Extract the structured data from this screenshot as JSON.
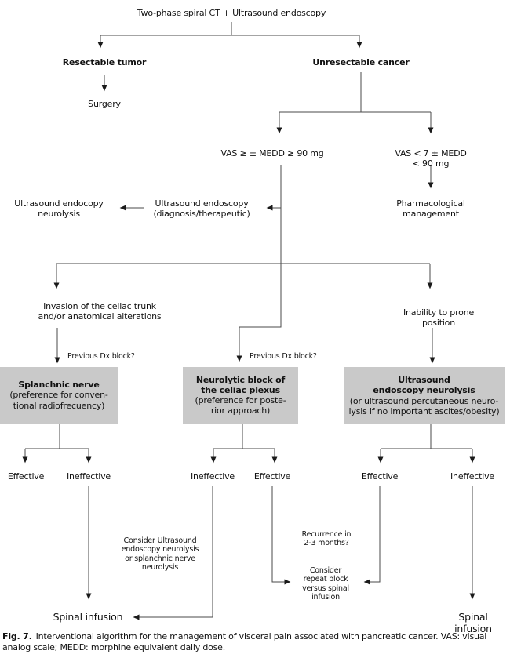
{
  "colors": {
    "background": "#ffffff",
    "box_fill": "#c9c9c9",
    "line": "#4a4a4a",
    "text": "#111111"
  },
  "flow": {
    "root": "Two-phase spiral CT + Ultrasound endoscopy",
    "resectable": "Resectable tumor",
    "surgery": "Surgery",
    "unresectable": "Unresectable cancer",
    "vas_high": "VAS ≥ ± MEDD ≥ 90 mg",
    "vas_low": "VAS < 7 ± MEDD < 90 mg",
    "pharmacological": "Pharmacological\nmanagement",
    "us_endoscopy_diag": "Ultrasound endoscopy\n(diagnosis/therapeutic)",
    "us_endoscopy_neurolysis": "Ultrasound endocopy\nneurolysis",
    "invasion": "Invasion of the celiac trunk\nand/or anatomical alterations",
    "inability": "Inability to prone position",
    "previous_dx_left": "Previous Dx block?",
    "previous_dx_middle": "Previous Dx block?"
  },
  "boxes": {
    "splanchnic": {
      "title": "Splanchnic nerve",
      "subtitle": "(preference for conven-\ntional radiofrecuency)"
    },
    "neurolytic": {
      "title": "Neurolytic block of\nthe celiac plexus",
      "subtitle": "(preference for poste-\nrior approach)"
    },
    "ultrasound": {
      "title": "Ultrasound\nendoscopy neurolysis",
      "subtitle": "(or ultrasound percutaneous neuro-\nlysis if no important ascites/obesity)"
    }
  },
  "outcomes": {
    "left_effective": "Effective",
    "left_ineffective": "Ineffective",
    "middle_ineffective": "Ineffective",
    "middle_effective": "Effective",
    "right_effective": "Effective",
    "right_ineffective": "Ineffective"
  },
  "notes": {
    "consider_us": "Consider Ultrasound\nendoscopy neurolysis\nor splanchnic nerve\nneurolysis",
    "recurrence": "Recurrence in\n2-3 months?",
    "consider_repeat": "Consider\nrepeat block\nversus spinal\ninfusion"
  },
  "terminals": {
    "spinal_left": "Spinal infusion",
    "spinal_right": "Spinal infusion"
  },
  "caption": {
    "label": "Fig. 7.",
    "text": "Interventional algorithm for the management of visceral pain associated with pancreatic cancer. VAS: visual analog scale; MEDD: morphine equivalent daily dose."
  }
}
